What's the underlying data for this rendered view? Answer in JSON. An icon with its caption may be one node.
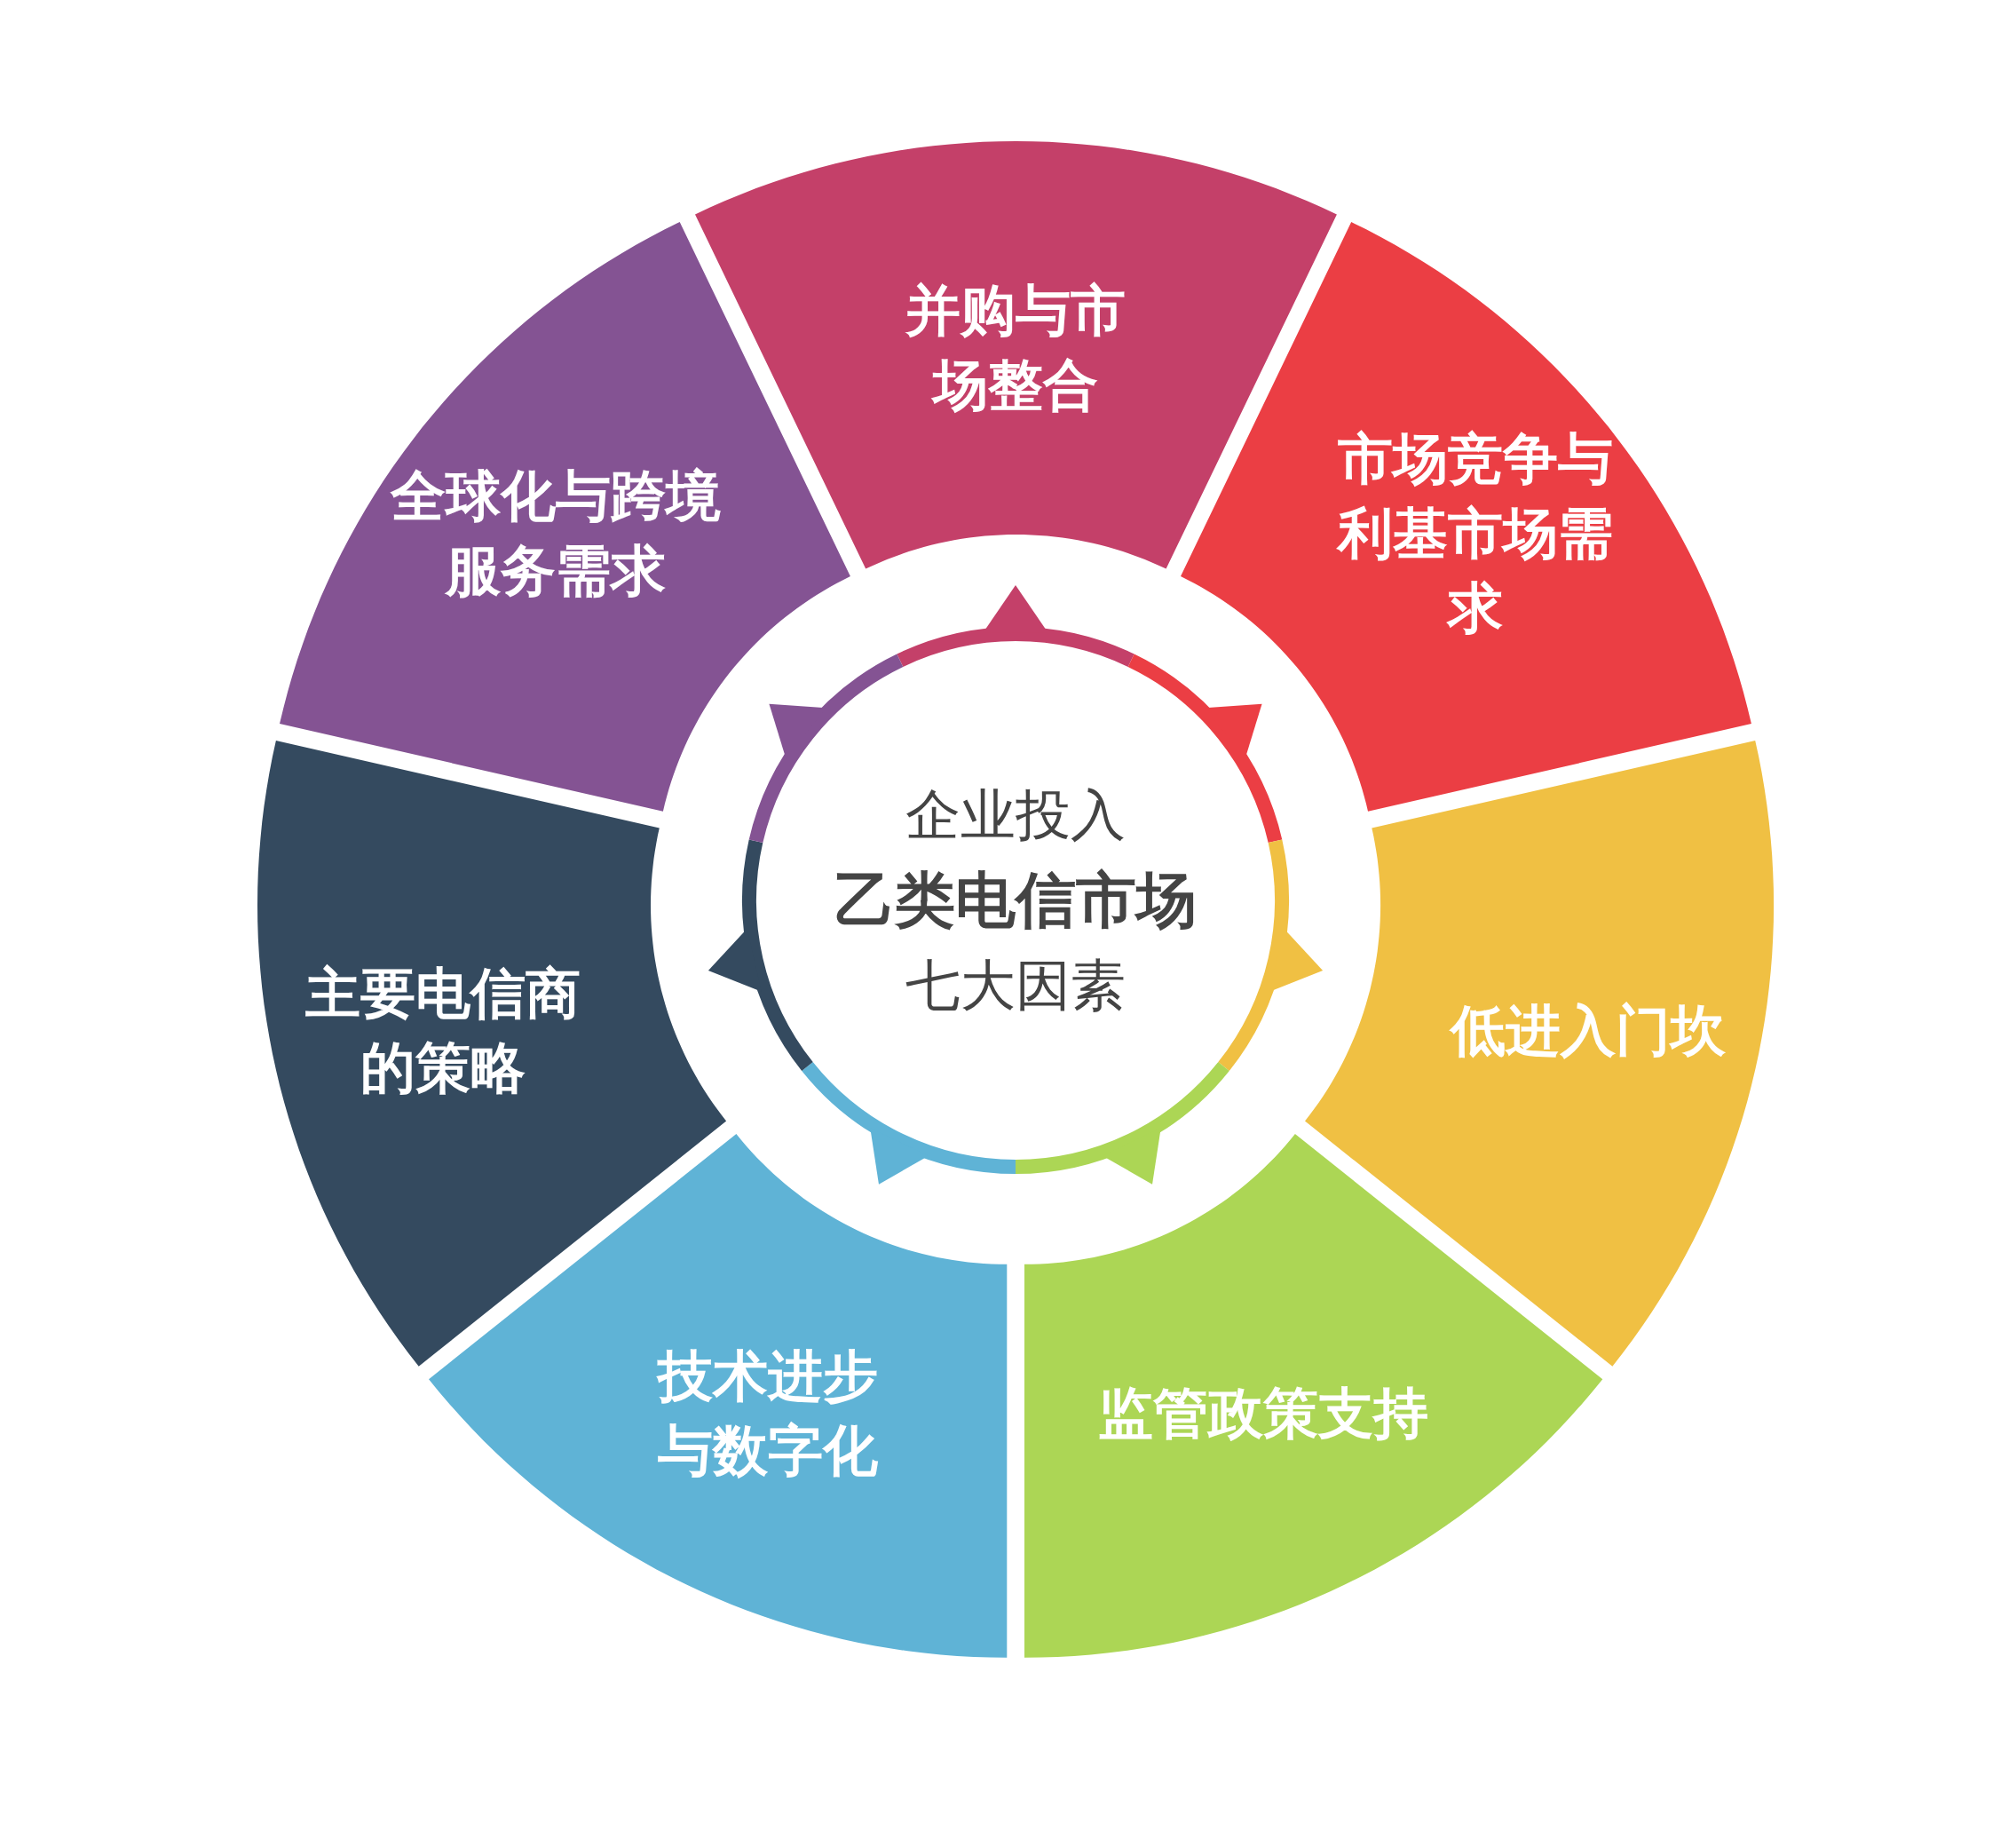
{
  "diagram": {
    "nodes": [
      {
        "text": [
          "企业投入",
          "乙类电信市场",
          "七大因素"
        ]
      },
      {
        "text": [
          "并购与市场整合"
        ]
      },
      {
        "text": [
          "市场竞争与利基市场需求"
        ]
      },
      {
        "text": [
          "低进入门坎"
        ]
      },
      {
        "text": [
          "监管政策支持"
        ]
      },
      {
        "text": [
          "技术进步与数字化"
        ]
      },
      {
        "text": [
          "主要电信商的策略"
        ]
      },
      {
        "text": [
          "全球化与跨境服务需求"
        ]
      }
    ]
  }
}
